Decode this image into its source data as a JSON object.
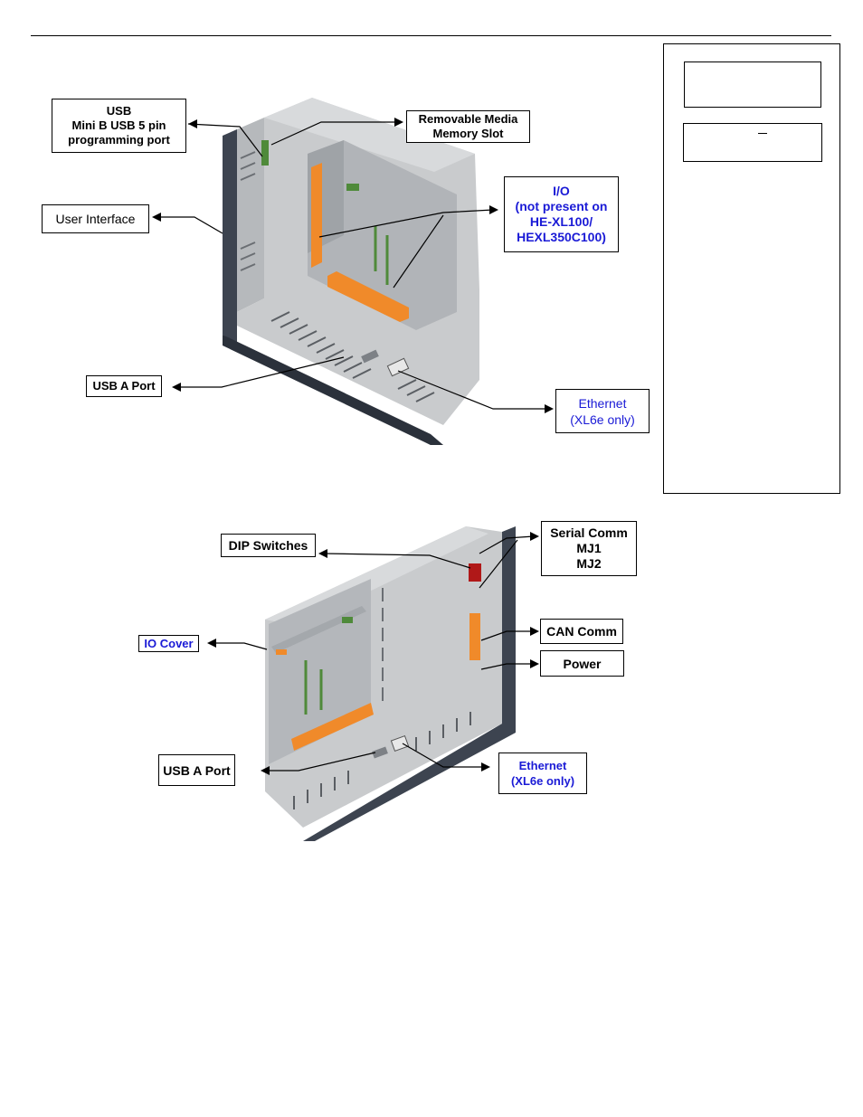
{
  "figure1": {
    "labels": {
      "usb_port": [
        "USB",
        "Mini B USB 5 pin",
        "programming port"
      ],
      "removable_media": [
        "Removable Media",
        "Memory Slot"
      ],
      "io": [
        "I/O",
        "(not present on",
        "HE-XL100/",
        "HEXL350C100)"
      ],
      "user_interface": "User Interface",
      "usb_a_port": "USB A Port",
      "ethernet": [
        "Ethernet",
        "(XL6e only)"
      ]
    }
  },
  "figure2": {
    "labels": {
      "dip_switches": "DIP Switches",
      "serial_comm": [
        "Serial Comm",
        "MJ1",
        "MJ2"
      ],
      "io_cover": "IO Cover",
      "can_comm": "CAN Comm",
      "power": "Power",
      "usb_a_port": "USB A Port",
      "ethernet": [
        "Ethernet",
        "(XL6e only)"
      ]
    }
  },
  "colors": {
    "housing": "#c9cbcd",
    "housing_dark": "#8d9094",
    "bezel": "#3d4450",
    "terminal": "#f08a2a",
    "dip": "#b01818",
    "label_blue": "#1a1ad6"
  }
}
